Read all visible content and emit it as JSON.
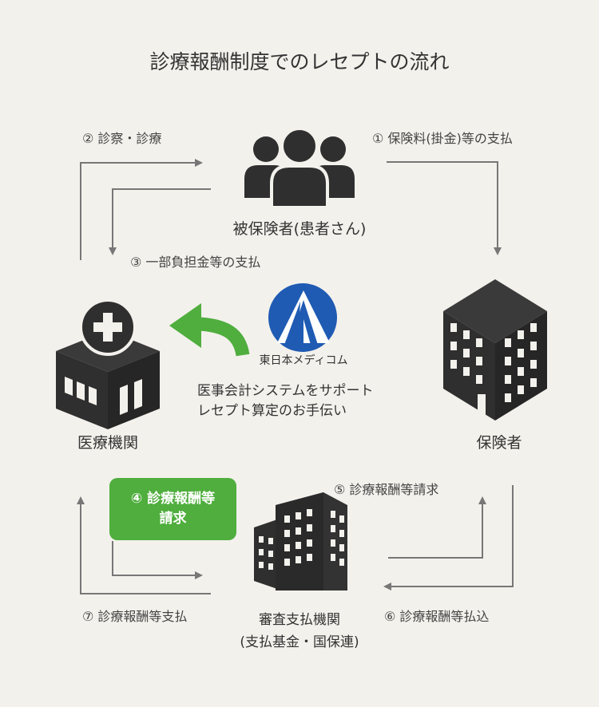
{
  "title": "診療報酬制度でのレセプトの流れ",
  "nodes": {
    "patient": "被保険者(患者さん)",
    "hospital": "医療機関",
    "insurer": "保険者",
    "review_org_line1": "審査支払機関",
    "review_org_line2": "(支払基金・国保連)"
  },
  "steps": {
    "s1": "① 保険料(掛金)等の支払",
    "s2": "② 診察・診療",
    "s3": "③ 一部負担金等の支払",
    "s4_line1": "④ 診療報酬等",
    "s4_line2": "請求",
    "s5": "⑤ 診療報酬等請求",
    "s6": "⑥ 診療報酬等払込",
    "s7": "⑦ 診療報酬等支払"
  },
  "company": {
    "name": "東日本メディコム",
    "desc_line1": "医事会計システムをサポート",
    "desc_line2": "レセプト算定のお手伝い"
  },
  "colors": {
    "background": "#f3f1ec",
    "icon": "#2f2f2f",
    "arrow": "#777777",
    "accent_green": "#4fae3d",
    "logo_blue": "#1f5bb3"
  },
  "icons": [
    "people-icon",
    "hospital-icon",
    "office-building-icon",
    "review-building-icon",
    "curved-arrow-icon",
    "company-logo"
  ]
}
